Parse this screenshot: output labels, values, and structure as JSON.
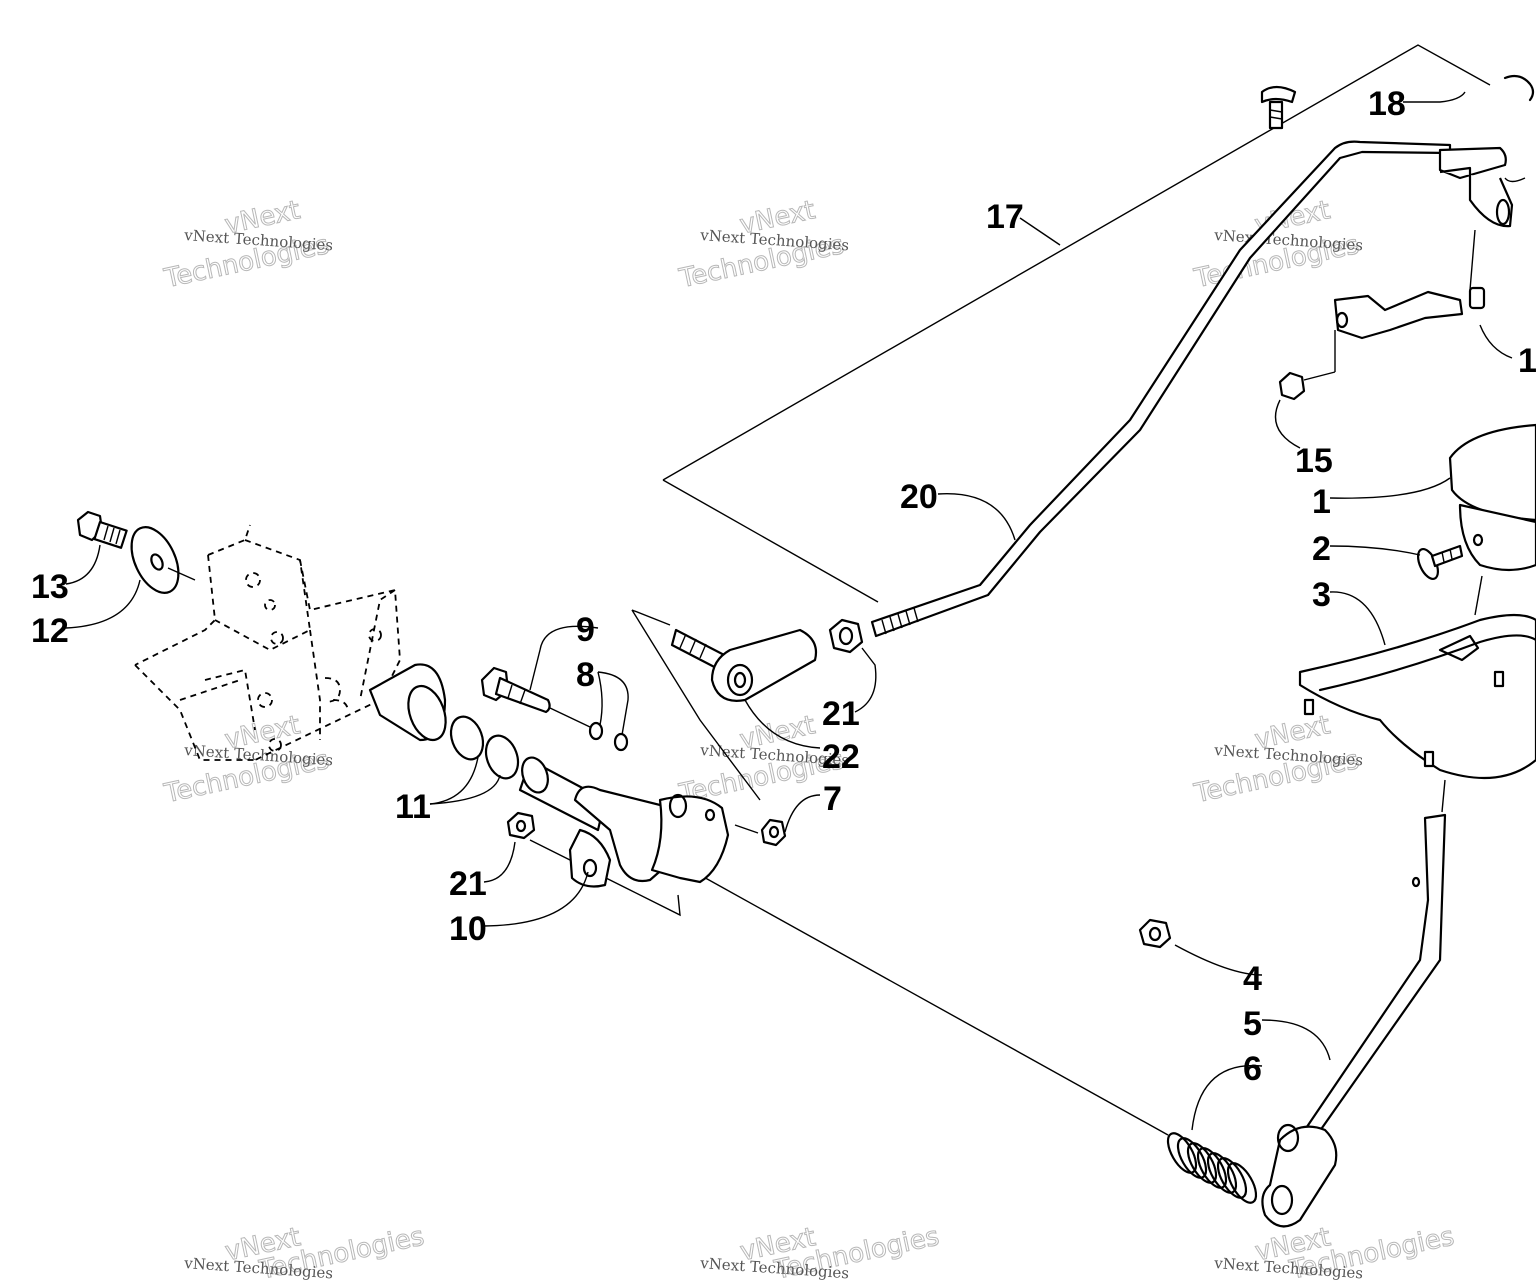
{
  "diagram": {
    "callouts": [
      "1",
      "2",
      "3",
      "4",
      "5",
      "6",
      "7",
      "8",
      "9",
      "10",
      "11",
      "12",
      "13",
      "15",
      "17",
      "18",
      "20",
      "21",
      "21",
      "22",
      "1"
    ],
    "watermark": {
      "line1": "vNext Technologies",
      "big_line1": "vNext",
      "big_line2": "Technologies"
    }
  }
}
